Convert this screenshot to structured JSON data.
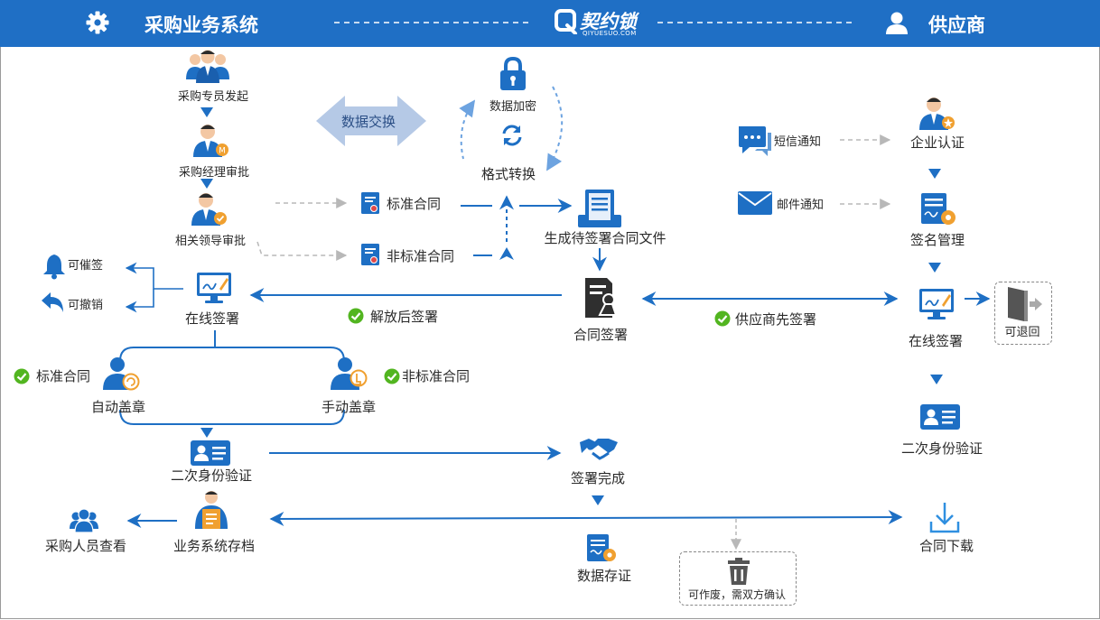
{
  "header": {
    "left_title": "采购业务系统",
    "brand_name": "契约锁",
    "brand_sub": "QIYUESUO.COM",
    "right_title": "供应商",
    "left_icon": "gear-icon",
    "right_icon": "user-icon"
  },
  "colors": {
    "header_bg": "#1f6fc5",
    "accent": "#1e6fc4",
    "check": "#52b520",
    "arrow_light": "#b5c9e6"
  },
  "flow": {
    "initiate": "采购专员发起",
    "manager_approve": "采购经理审批",
    "leader_approve": "相关领导审批",
    "data_exchange": "数据交换",
    "data_encrypt": "数据加密",
    "format_convert": "格式转换",
    "standard_contract": "标准合同",
    "nonstandard_contract": "非标准合同",
    "generate_file": "生成待签署合同文件",
    "contract_sign": "合同签署",
    "can_remind": "可催签",
    "can_revoke": "可撤销",
    "online_sign": "在线签署",
    "release_then_sign": "解放后签署",
    "supplier_first": "供应商先签署",
    "std_contract": "标准合同",
    "nonstd_contract": "非标准合同",
    "auto_seal": "自动盖章",
    "manual_seal": "手动盖章",
    "second_verify": "二次身份验证",
    "sign_complete": "签署完成",
    "archive": "业务系统存档",
    "staff_view": "采购人员查看",
    "data_store": "数据存证",
    "void_note": "可作废，需双方确认",
    "download": "合同下载"
  },
  "supplier": {
    "sms": "短信通知",
    "email": "邮件通知",
    "enterprise_auth": "企业认证",
    "sign_manage": "签名管理",
    "online_sign": "在线签署",
    "can_return": "可退回",
    "second_verify": "二次身份验证"
  }
}
